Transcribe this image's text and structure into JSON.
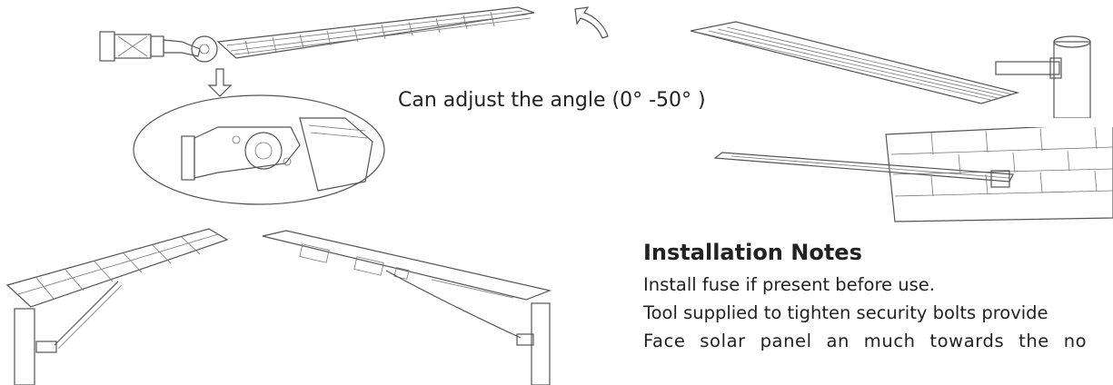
{
  "caption": {
    "angle_text": "Can adjust the angle (0° -50° )"
  },
  "notes": {
    "title": "Installation Notes",
    "lines": [
      "Install fuse if present before use.",
      "Tool supplied to tighten security bolts provide",
      "Face solar panel an much towards the no"
    ]
  }
}
